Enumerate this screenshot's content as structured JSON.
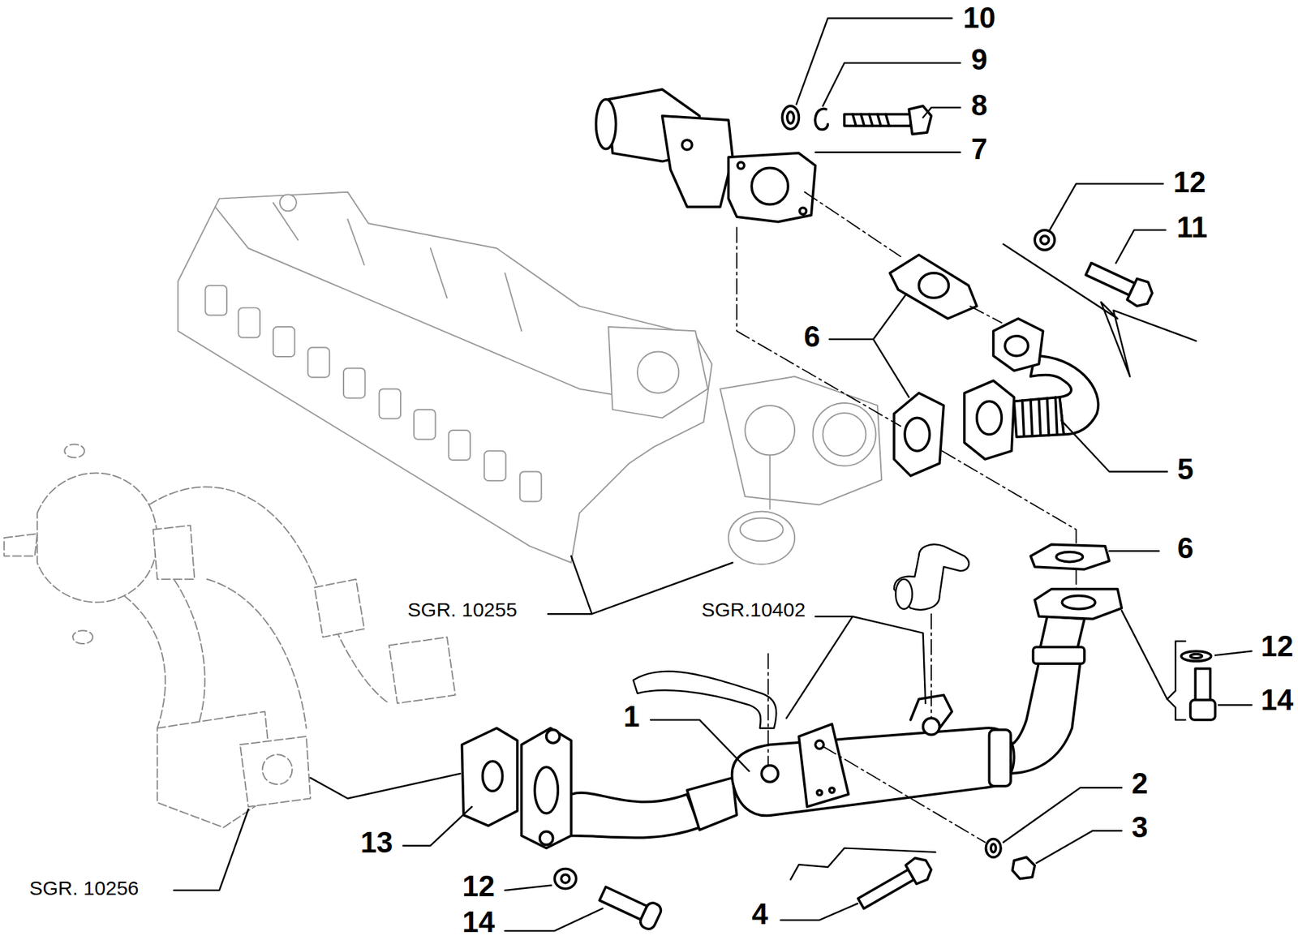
{
  "diagram": {
    "labels": [
      "10",
      "9",
      "8",
      "7",
      "12",
      "11",
      "6",
      "5",
      "6",
      "SGR. 10255",
      "SGR.10402",
      "12",
      "14",
      "1",
      "2",
      "3",
      "13",
      "12",
      "14",
      "4",
      "SGR. 10256"
    ]
  }
}
